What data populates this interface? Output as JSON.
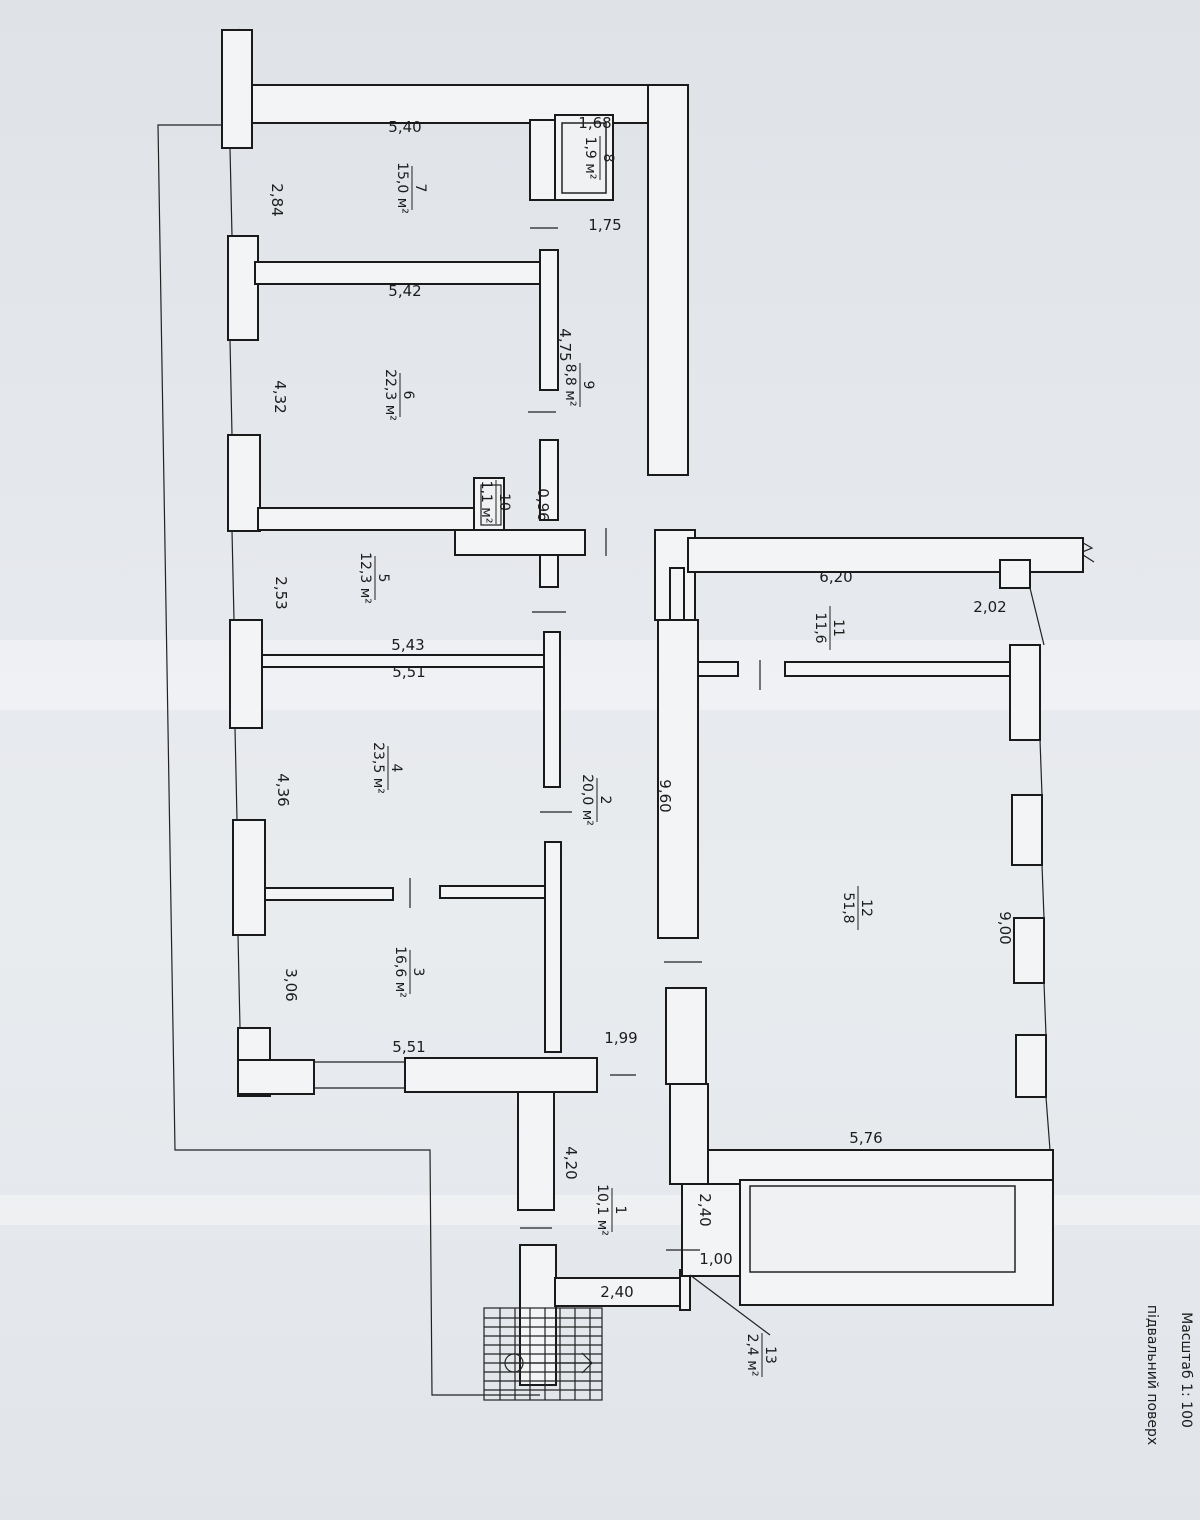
{
  "plan": {
    "colors": {
      "paper": "#e4e7eb",
      "line": "#1a1a1a"
    },
    "rooms": [
      {
        "id": "r1",
        "number": "1",
        "area": "10,1 м²"
      },
      {
        "id": "r2",
        "number": "2",
        "area": "20,0 м²"
      },
      {
        "id": "r3",
        "number": "3",
        "area": "16,6 м²"
      },
      {
        "id": "r4",
        "number": "4",
        "area": "23,5 м²"
      },
      {
        "id": "r5",
        "number": "5",
        "area": "12,3 м²"
      },
      {
        "id": "r6",
        "number": "6",
        "area": "22,3 м²"
      },
      {
        "id": "r7",
        "number": "7",
        "area": "15,0 м²"
      },
      {
        "id": "r8",
        "number": "8",
        "area": "1,9 м²"
      },
      {
        "id": "r9",
        "number": "9",
        "area": "8,8 м²"
      },
      {
        "id": "r10",
        "number": "10",
        "area": "1,1 м²"
      },
      {
        "id": "r11",
        "number": "11",
        "area": "11,6"
      },
      {
        "id": "r12",
        "number": "12",
        "area": "51,8"
      },
      {
        "id": "r13",
        "number": "13",
        "area": "2,4 м²"
      }
    ],
    "dimensions": [
      "5,40",
      "2,84",
      "1,68",
      "1,75",
      "5,42",
      "4,75",
      "4,32",
      "0,96",
      "2,53",
      "5,43",
      "5,51",
      "4,36",
      "6,20",
      "2,02",
      "9,60",
      "9,00",
      "3,06",
      "5,51",
      "1,99",
      "5,76",
      "4,20",
      "2,40",
      "2,40",
      "1,00"
    ],
    "floor_label": "підвальний поверх",
    "scale_label": "Масштаб 1: 100"
  }
}
